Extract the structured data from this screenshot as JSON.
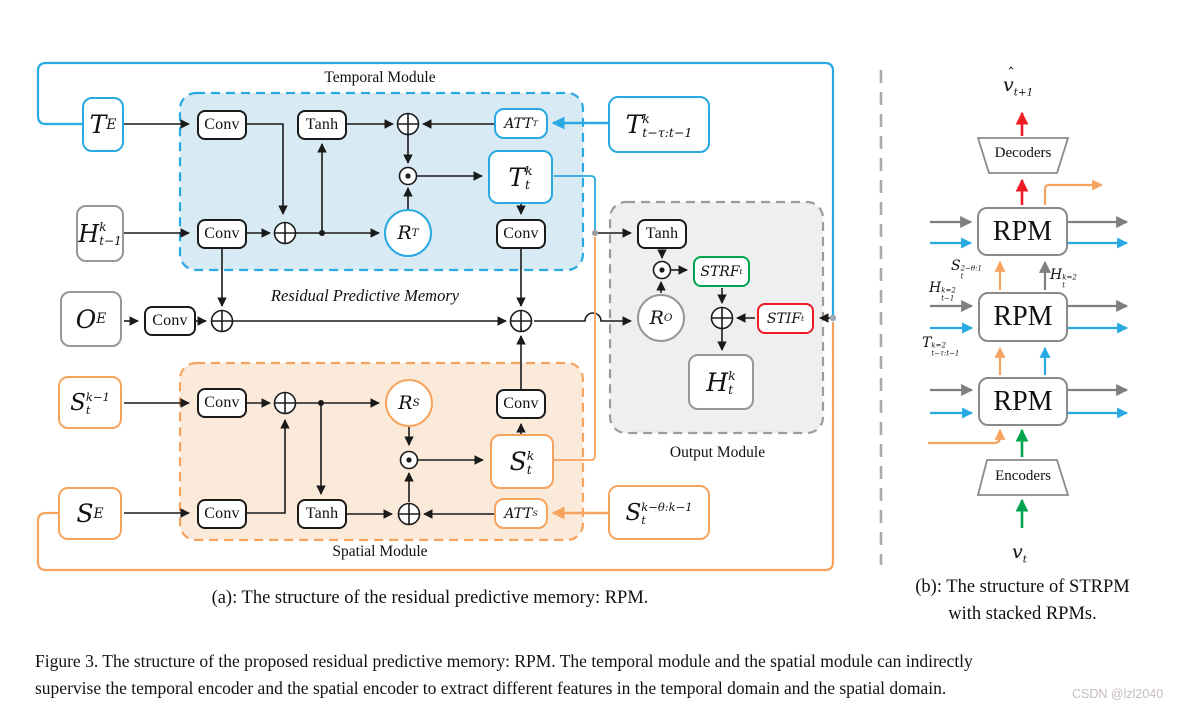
{
  "colors": {
    "blue": "#29A9E1",
    "orange": "#F5A45F",
    "green": "#00A44F",
    "red": "#EC1B24",
    "gray": "#8a8a8a",
    "light_blue_fill": "#D8EAF4",
    "light_orange_fill": "#FBE9D9",
    "light_gray_fill": "#EFEFEF"
  },
  "panel_a": {
    "caption": "(a): The structure of the residual predictive memory: RPM.",
    "labels": {
      "temporal_module": "Temporal Module",
      "residual_memory": "Residual Predictive Memory",
      "spatial_module": "Spatial Module",
      "output_module": "Output Module",
      "conv": "Conv",
      "tanh": "Tanh"
    },
    "nodes": {
      "t_e": {
        "main": "T",
        "sub": "E"
      },
      "h_prev": {
        "main": "H",
        "sup": "k",
        "sub": "t−1"
      },
      "o_e": {
        "main": "O",
        "sub": "E"
      },
      "s_prev": {
        "main": "S",
        "sup": "k−1",
        "sub": "t"
      },
      "s_e": {
        "main": "S",
        "sub": "E"
      },
      "att_t": {
        "main": "ATT",
        "sub": "T"
      },
      "att_s": {
        "main": "ATT",
        "sub": "S"
      },
      "t_hist": {
        "main": "T",
        "sup": "k",
        "sub": "t−τ:t−1"
      },
      "s_hist": {
        "main": "S",
        "sup": "k−θ:k−1",
        "sub": "t"
      },
      "t_out": {
        "main": "T",
        "sup": "k",
        "sub": "t"
      },
      "s_out": {
        "main": "S",
        "sup": "k",
        "sub": "t"
      },
      "h_out": {
        "main": "H",
        "sup": "k",
        "sub": "t"
      },
      "r_t": {
        "main": "R",
        "sub": "T"
      },
      "r_s": {
        "main": "R",
        "sub": "S"
      },
      "r_o": {
        "main": "R",
        "sub": "O"
      },
      "strf": {
        "main": "STRF",
        "sub": "t"
      },
      "stif": {
        "main": "STIF",
        "sub": "t"
      }
    }
  },
  "panel_b": {
    "caption_line1": "(b): The structure of STRPM",
    "caption_line2": "with stacked RPMs.",
    "rpm": "RPM",
    "decoders": "Decoders",
    "encoders": "Encoders",
    "nodes": {
      "v_hat": {
        "hat": "ˆ",
        "main": "v",
        "sub": "t+1"
      },
      "v_t": {
        "main": "v",
        "sub": "t"
      },
      "s_in": {
        "main": "S",
        "sup": "2−θ:1",
        "sub": "t"
      },
      "h_top": {
        "main": "H",
        "sup": "k=2",
        "sub": "t"
      },
      "h_in": {
        "main": "H",
        "sup": "k=2",
        "sub": "t−1"
      },
      "t_in": {
        "main": "T",
        "sup": "k=2",
        "sub": "t−τ:t−1"
      }
    }
  },
  "figure_caption": {
    "line1": "Figure 3.  The structure of the proposed residual predictive memory: RPM. The temporal module and the spatial module can indirectly",
    "line2": "supervise the temporal encoder and the spatial encoder to extract different features in the temporal domain and the spatial domain."
  },
  "watermark": "CSDN @lzl2040"
}
